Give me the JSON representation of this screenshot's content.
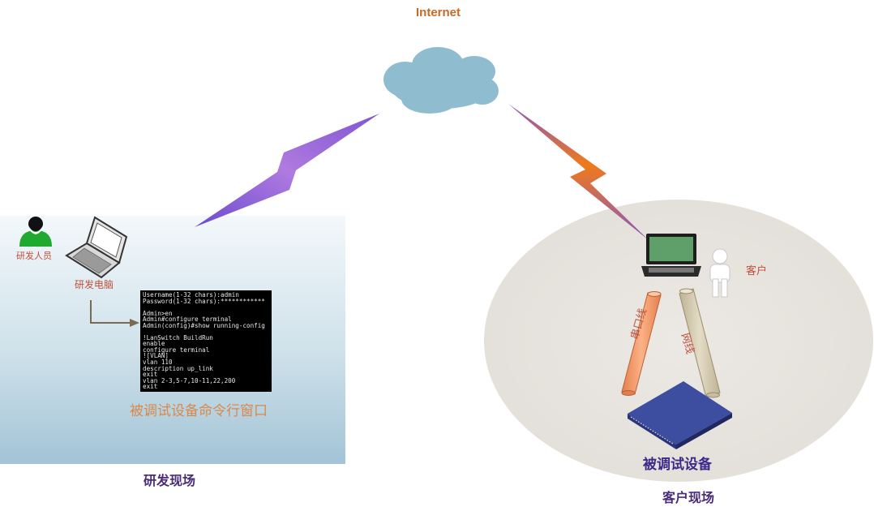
{
  "internet_label": "Internet",
  "dev_site": {
    "person_label": "研发人员",
    "pc_label": "研发电脑",
    "terminal_caption": "被调试设备命令行窗口",
    "site_label": "研发现场",
    "terminal_lines": [
      "Username(1-32 chars):admin",
      "Password(1-32 chars):************",
      "",
      "Admin>en",
      "Admin#configure terminal",
      "Admin(config)#show running-config",
      "",
      "!LanSwitch BuildRun",
      "enable",
      "configure terminal",
      "![VLAN]",
      "vlan 110",
      "description up_link",
      "exit",
      "vlan 2-3,5-7,10-11,22,200",
      "exit"
    ]
  },
  "customer_site": {
    "person_label": "客户",
    "serial_label": "串口线",
    "lan_label": "网线",
    "device_label": "被调试设备",
    "site_label": "客户现场"
  },
  "colors": {
    "cloud": "#8fbccf",
    "left_bolt": "#a46ad6",
    "right_bolt": "#e9761d",
    "dev_panel_top": "#f2f7fa",
    "dev_panel_bottom": "#a6c7d8",
    "customer_ellipse": "#e7e4df",
    "switch": "#3a4a9a",
    "serial_cable": "#f39a6a",
    "lan_cable": "#d2c8b0"
  }
}
